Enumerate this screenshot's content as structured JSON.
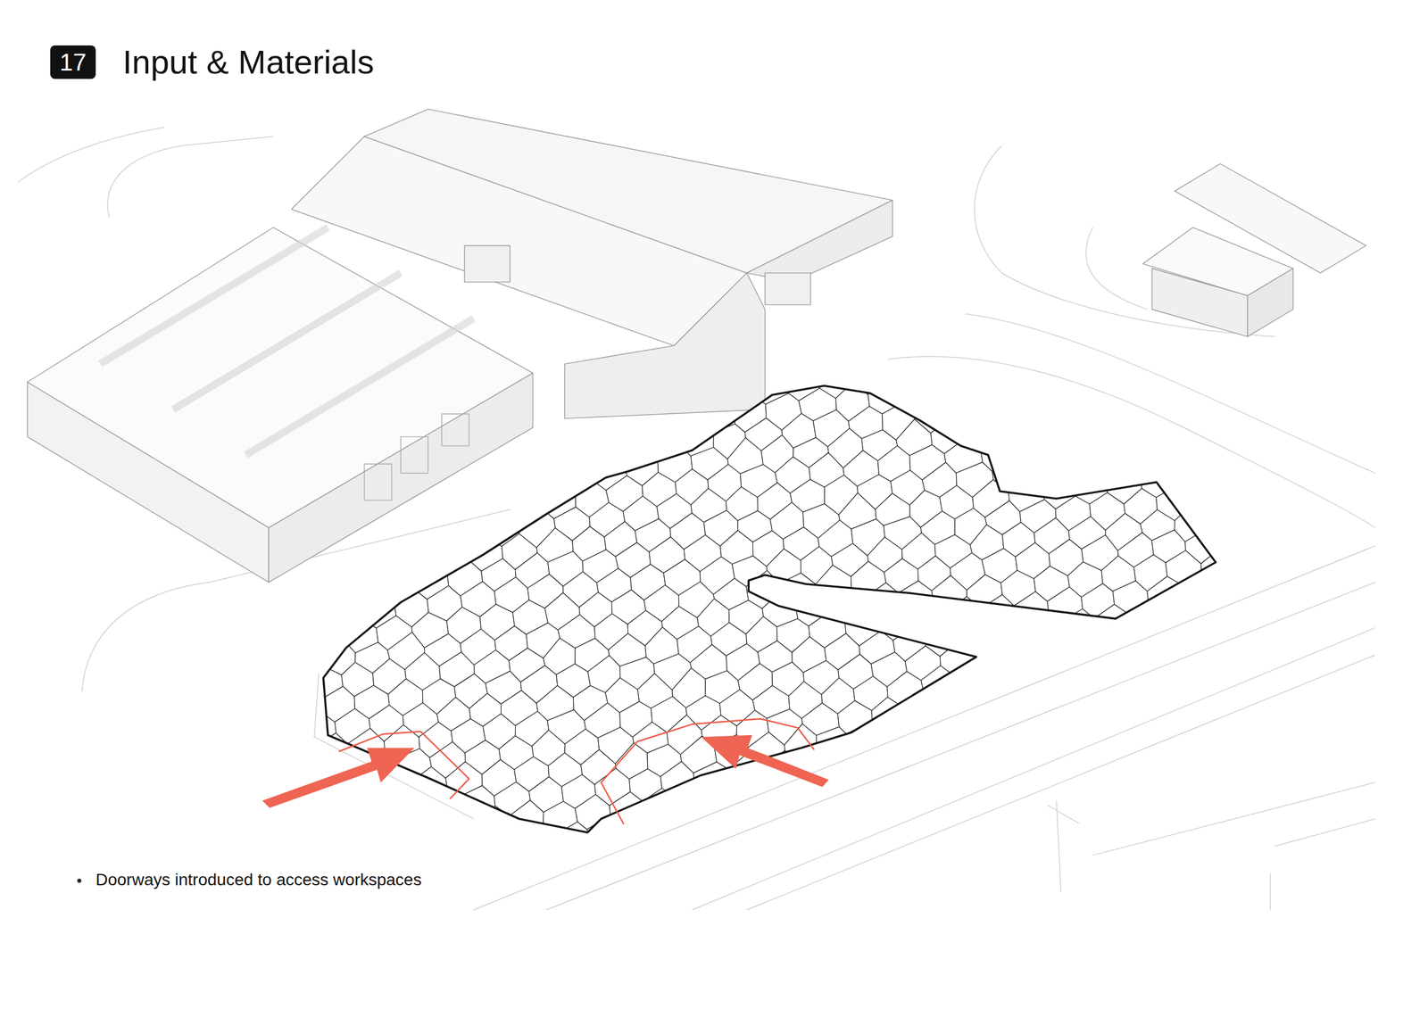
{
  "diagram": {
    "title": "Input & Materials",
    "nodes": [
      {
        "text": [
          "17"
        ]
      }
    ],
    "labels": [
      "Doorways introduced to access workspaces"
    ]
  }
}
